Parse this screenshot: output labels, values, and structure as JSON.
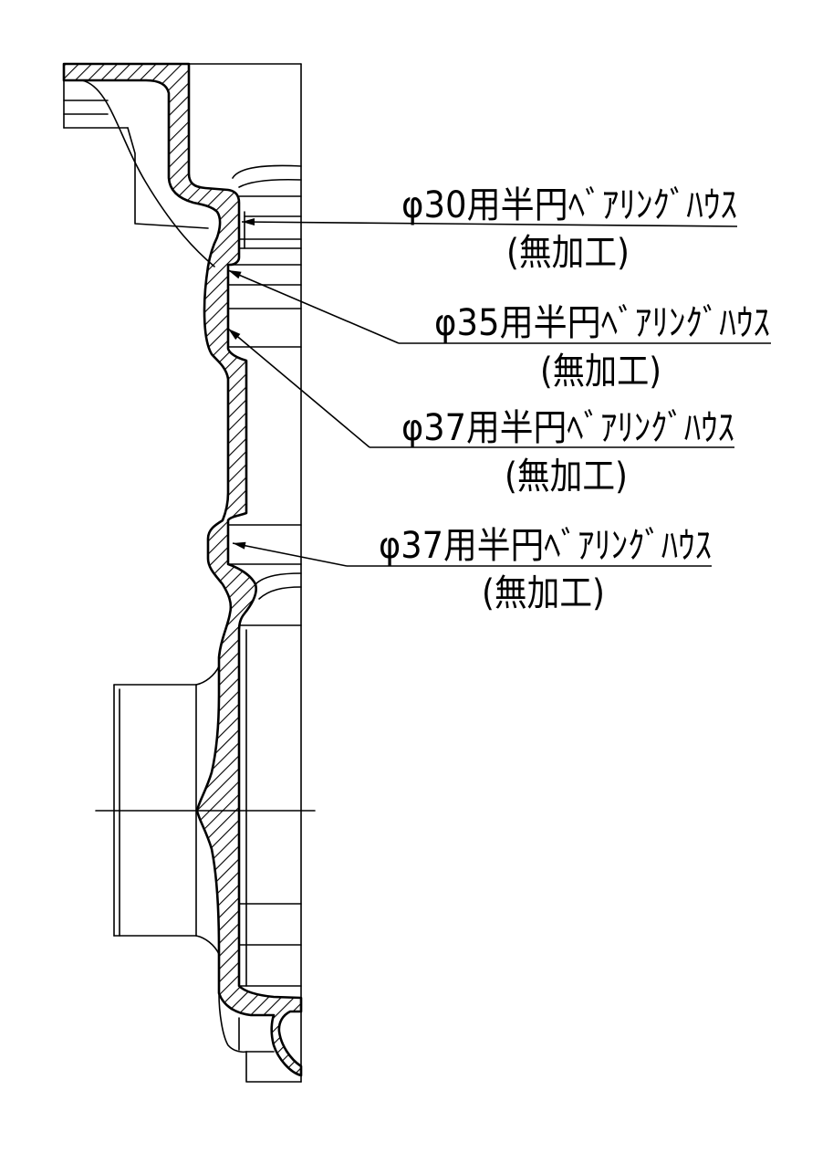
{
  "colors": {
    "line": "#000000",
    "background": "#ffffff"
  },
  "labels": [
    {
      "title": "φ30用半円ﾍﾞｱﾘﾝｸﾞﾊｳｽ",
      "note": "(無加工)"
    },
    {
      "title": "φ35用半円ﾍﾞｱﾘﾝｸﾞﾊｳｽ",
      "note": "(無加工)"
    },
    {
      "title": "φ37用半円ﾍﾞｱﾘﾝｸﾞﾊｳｽ",
      "note": "(無加工)"
    },
    {
      "title": "φ37用半円ﾍﾞｱﾘﾝｸﾞﾊｳｽ",
      "note": "(無加工)"
    }
  ]
}
